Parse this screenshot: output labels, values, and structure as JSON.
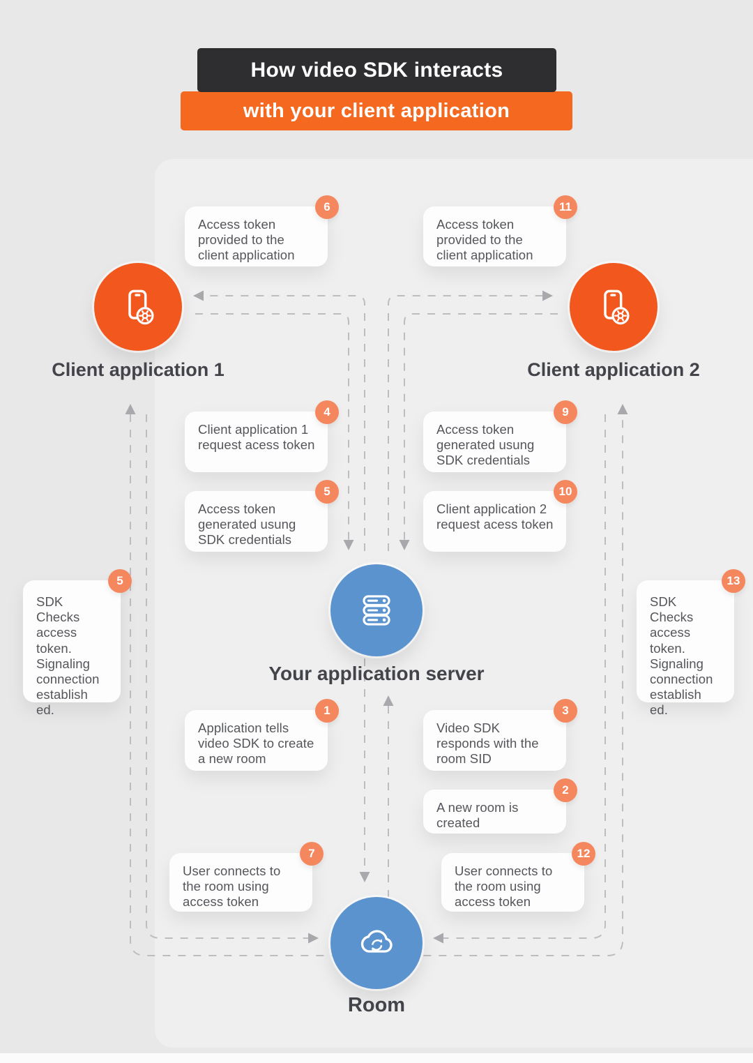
{
  "title": {
    "line1": "How video SDK interacts",
    "line2": "with your client application"
  },
  "nodes": {
    "client1": {
      "label": "Client application 1",
      "icon": "mobile-gear-icon"
    },
    "client2": {
      "label": "Client application 2",
      "icon": "mobile-gear-icon"
    },
    "server": {
      "label": "Your application server",
      "icon": "server-stack-icon"
    },
    "room": {
      "label": "Room",
      "icon": "cloud-sync-icon"
    }
  },
  "colors": {
    "accent_orange": "#f2571e",
    "title_orange": "#f4681f",
    "badge_orange": "#f4875d",
    "node_blue": "#5b93ce",
    "title_dark": "#2e2e30",
    "connector_gray": "#bdbdc0"
  },
  "callouts": [
    {
      "num": "6",
      "text": "Access token provided to the client application"
    },
    {
      "num": "11",
      "text": "Access token provided to the client application"
    },
    {
      "num": "4",
      "text": "Client application 1 request acess token"
    },
    {
      "num": "5",
      "text": "Access token generated usung SDK credentials"
    },
    {
      "num": "9",
      "text": "Access token generated usung SDK credentials"
    },
    {
      "num": "10",
      "text": "Client application 2 request acess token"
    },
    {
      "num": "5",
      "text": "SDK Checks access token. Signaling connection establish ed."
    },
    {
      "num": "13",
      "text": "SDK Checks access token. Signaling connection establish ed."
    },
    {
      "num": "1",
      "text": "Application tells video SDK to create a new room"
    },
    {
      "num": "3",
      "text": "Video SDK responds with the room SID"
    },
    {
      "num": "2",
      "text": "A new room is created"
    },
    {
      "num": "7",
      "text": "User connects to the room using access token"
    },
    {
      "num": "12",
      "text": "User connects to the room using access token"
    }
  ]
}
